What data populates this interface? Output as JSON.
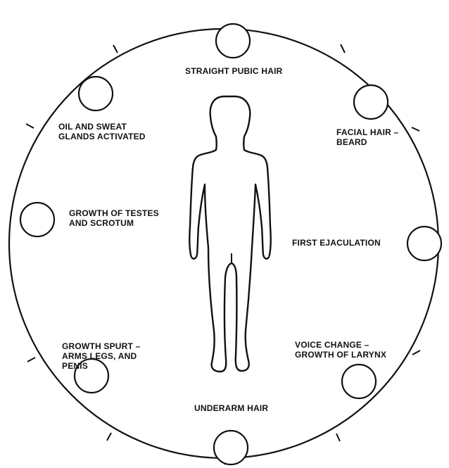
{
  "labels": {
    "straight_pubic_hair": "STRAIGHT PUBIC HAIR",
    "facial_hair": {
      "line1": "FACIAL HAIR –",
      "line2": "BEARD"
    },
    "first_ejaculation": "FIRST EJACULATION",
    "voice_change": {
      "line1": "VOICE CHANGE –",
      "line2": "GROWTH OF LARYNX"
    },
    "underarm_hair": "UNDERARM HAIR",
    "growth_spurt": {
      "line1": "GROWTH SPURT –",
      "line2": "ARMS LEGS, AND",
      "line3": "PENIS"
    },
    "growth_testes": {
      "line1": "GROWTH OF TESTES",
      "line2": "AND SCROTUM"
    },
    "oil_sweat": {
      "line1": "OIL AND SWEAT",
      "line2": "GLANDS ACTIVATED"
    }
  },
  "colors": {
    "stroke": "#111111",
    "background": "#ffffff"
  }
}
